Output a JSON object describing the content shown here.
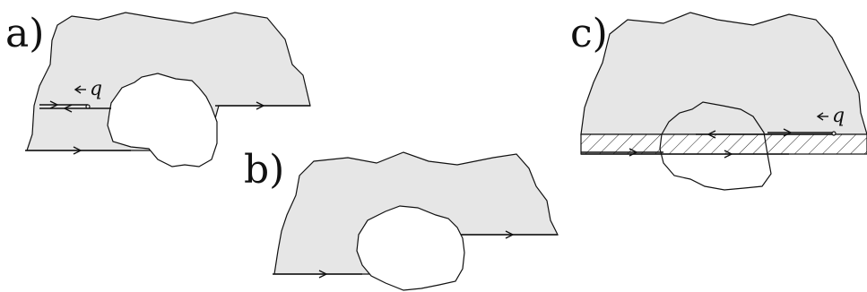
{
  "panels": [
    {
      "id": "a",
      "label": "a)"
    },
    {
      "id": "b",
      "label": "b)"
    },
    {
      "id": "c",
      "label": "c)"
    }
  ],
  "charge": {
    "symbol": "q"
  },
  "colors": {
    "region_fill": "#e6e6e6",
    "stroke": "#111111",
    "hole_fill": "#ffffff"
  }
}
